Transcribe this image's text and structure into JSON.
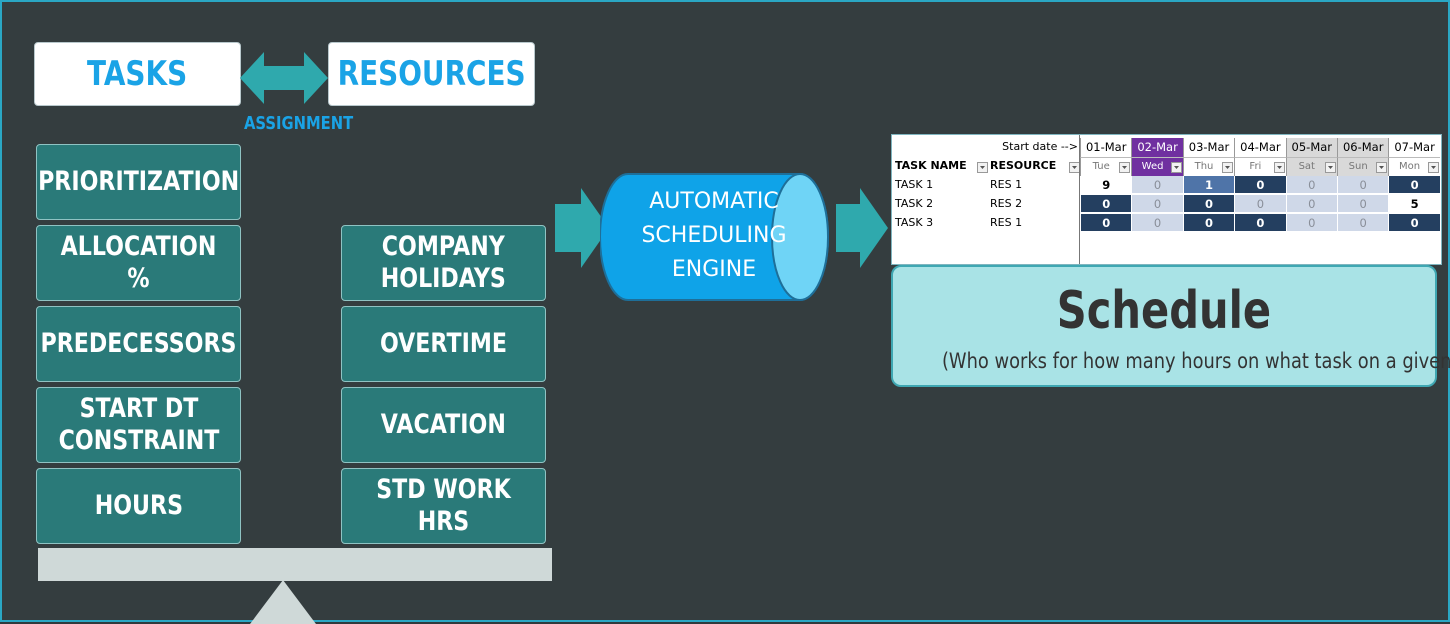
{
  "top": {
    "tasks": "TASKS",
    "resources": "RESOURCES",
    "assignment": "ASSIGNMENT"
  },
  "left_tiles": [
    "PRIORITIZATION",
    "ALLOCATION %",
    "PREDECESSORS",
    "START DT\nCONSTRAINT",
    "HOURS"
  ],
  "right_tiles": [
    "COMPANY\nHOLIDAYS",
    "OVERTIME",
    "VACATION",
    "STD WORK HRS"
  ],
  "engine": {
    "lines": [
      "AUTOMATIC",
      "SCHEDULING",
      "ENGINE"
    ]
  },
  "sheet": {
    "start_label": "Start date -->",
    "col_task": "TASK NAME",
    "col_resource": "RESOURCE",
    "dates": [
      "01-Mar",
      "02-Mar",
      "03-Mar",
      "04-Mar",
      "05-Mar",
      "06-Mar",
      "07-Mar"
    ],
    "days": [
      "Tue",
      "Wed",
      "Thu",
      "Fri",
      "Sat",
      "Sun",
      "Mon"
    ],
    "rows": [
      {
        "task": "TASK 1",
        "resource": "RES 1",
        "values": [
          "9",
          "0",
          "1",
          "0",
          "0",
          "0",
          "0"
        ]
      },
      {
        "task": "TASK 2",
        "resource": "RES 2",
        "values": [
          "0",
          "0",
          "0",
          "0",
          "0",
          "0",
          "5"
        ]
      },
      {
        "task": "TASK 3",
        "resource": "RES 1",
        "values": [
          "0",
          "0",
          "0",
          "0",
          "0",
          "0",
          "0"
        ]
      }
    ]
  },
  "schedule": {
    "title": "Schedule",
    "subtitle": "(Who works for how many hours on what task on a given day)"
  },
  "colors": {
    "accent": "#1aa3e6",
    "tile": "#2a7a79",
    "teal_arrow": "#2fa9ad",
    "highlight_date": "#7030a0",
    "dark_cell": "#243f60",
    "light_cell": "#cfd8e8",
    "mid_cell": "#4f74a8"
  }
}
